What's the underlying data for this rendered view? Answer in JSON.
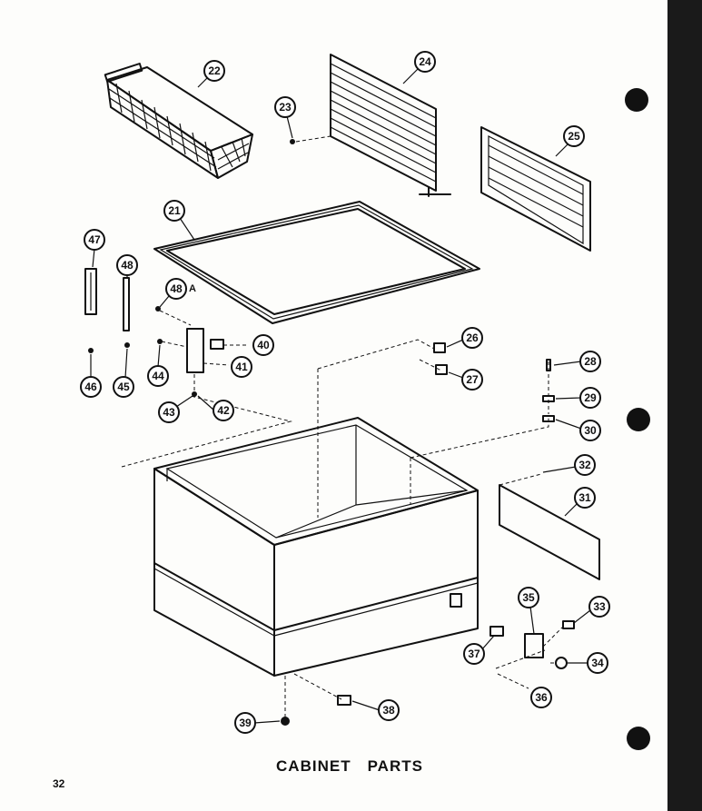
{
  "title": {
    "word1": "CABINET",
    "word2": "PARTS"
  },
  "page_number": "32",
  "callouts": {
    "c21": "21",
    "c22": "22",
    "c23": "23",
    "c24": "24",
    "c25": "25",
    "c26": "26",
    "c27": "27",
    "c28": "28",
    "c29": "29",
    "c30": "30",
    "c31": "31",
    "c32": "32",
    "c33": "33",
    "c34": "34",
    "c35": "35",
    "c36": "36",
    "c37": "37",
    "c38": "38",
    "c39": "39",
    "c40": "40",
    "c41": "41",
    "c42": "42",
    "c43": "43",
    "c44": "44",
    "c45": "45",
    "c46": "46",
    "c47": "47",
    "c48": "48",
    "c48A": "48",
    "suffixA": "A"
  }
}
